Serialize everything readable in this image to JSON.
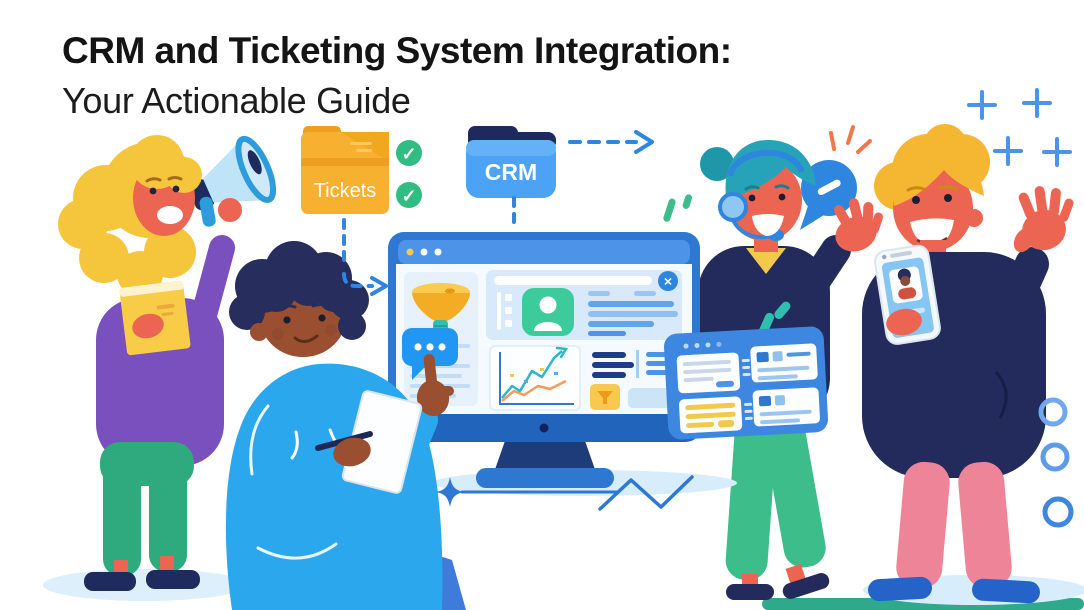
{
  "title": {
    "line1": "CRM and Ticketing System Integration:",
    "line2": "Your Actionable Guide"
  },
  "labels": {
    "tickets_folder": "Tickets",
    "crm_folder": "CRM"
  },
  "icons": {
    "checkmark": "✓",
    "close": "✕",
    "plus": "+",
    "typing_dots": "• • •",
    "chat_dash": "–"
  },
  "colors": {
    "accent_blue": "#2E86DE",
    "folder_yellow": "#F7B02F",
    "folder_blue": "#4CA2F4",
    "success_green": "#31BC82",
    "navy": "#232B5C",
    "teal_hair": "#26A3B8",
    "green_pants": "#3DBD8A",
    "purple_sweater": "#7A4FBE",
    "coral_skin": "#EC6553",
    "hoodie_blue": "#2BA7EE",
    "pink_pants": "#EE8498",
    "hair_yellow": "#F5B731",
    "sparkle_orange": "#F2784B"
  }
}
